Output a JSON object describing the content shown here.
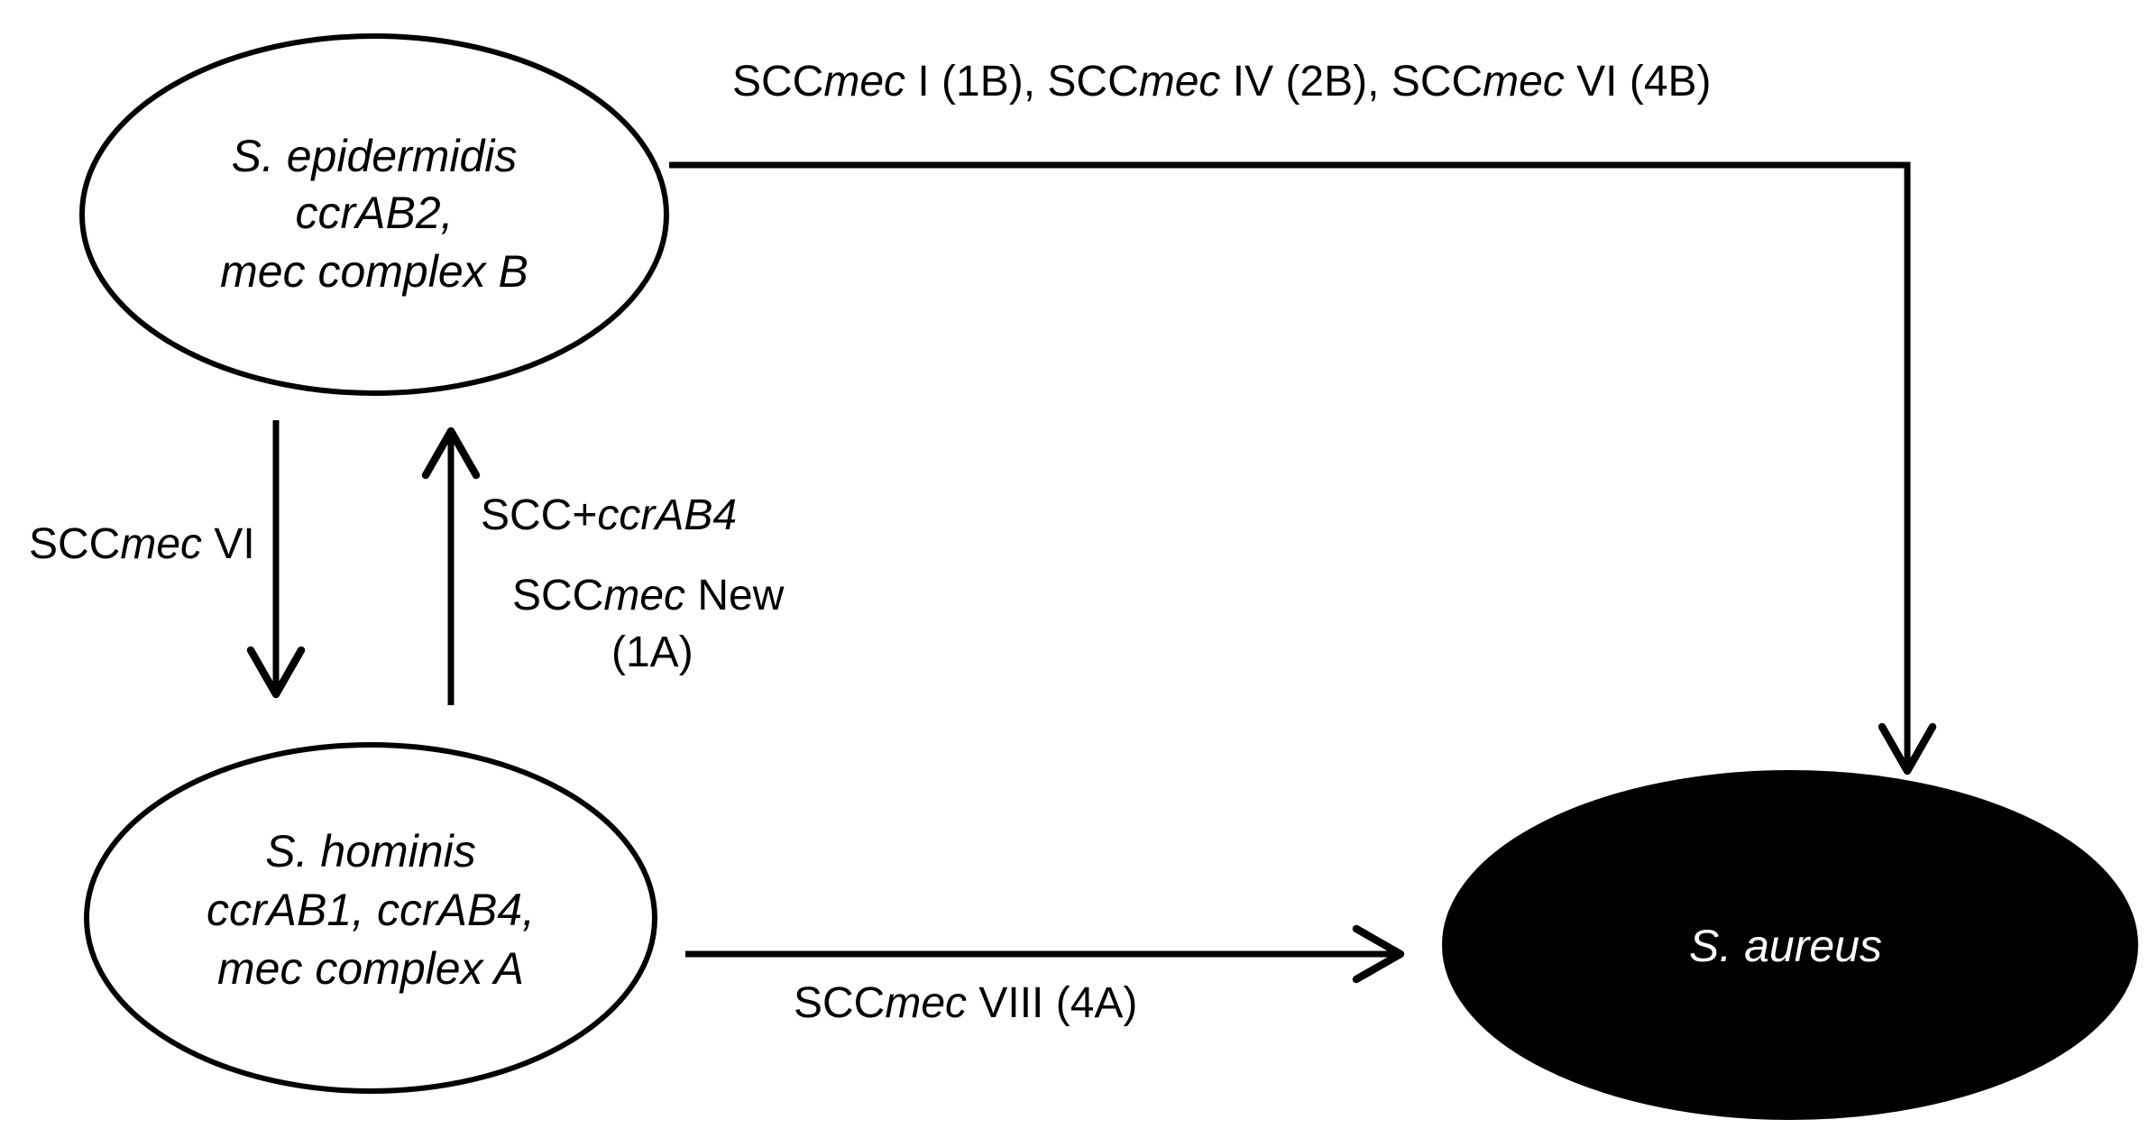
{
  "nodes": {
    "epidermidis": {
      "line1": "S. epidermidis",
      "line2": "ccrAB2,",
      "line3": "mec complex B"
    },
    "hominis": {
      "line1": "S. hominis",
      "line2": "ccrAB1, ccrAB4,",
      "line3": "mec complex A"
    },
    "aureus": {
      "label": "S. aureus"
    }
  },
  "edges": {
    "epidermidis_to_aureus": {
      "part1_prefix": "SCC",
      "part1_italic": "mec",
      "part1_suffix": " I (1B), ",
      "part2_prefix": "SCC",
      "part2_italic": "mec",
      "part2_suffix": " IV (2B), ",
      "part3_prefix": "SCC",
      "part3_italic": "mec",
      "part3_suffix": " VI (4B)"
    },
    "epidermidis_to_hominis": {
      "prefix": "SCC",
      "italic": "mec",
      "suffix": " VI"
    },
    "hominis_to_epidermidis": {
      "line1_prefix": "SCC+",
      "line1_italic": "ccrAB4",
      "line2_prefix": "SCC",
      "line2_italic": "mec",
      "line2_suffix": " New",
      "line3": "(1A)"
    },
    "hominis_to_aureus": {
      "prefix": "SCC",
      "italic": "mec",
      "suffix": " VIII (4A)"
    }
  },
  "colors": {
    "stroke": "#000000",
    "aureus_fill": "#000000",
    "aureus_text": "#ffffff",
    "background": "#ffffff"
  }
}
